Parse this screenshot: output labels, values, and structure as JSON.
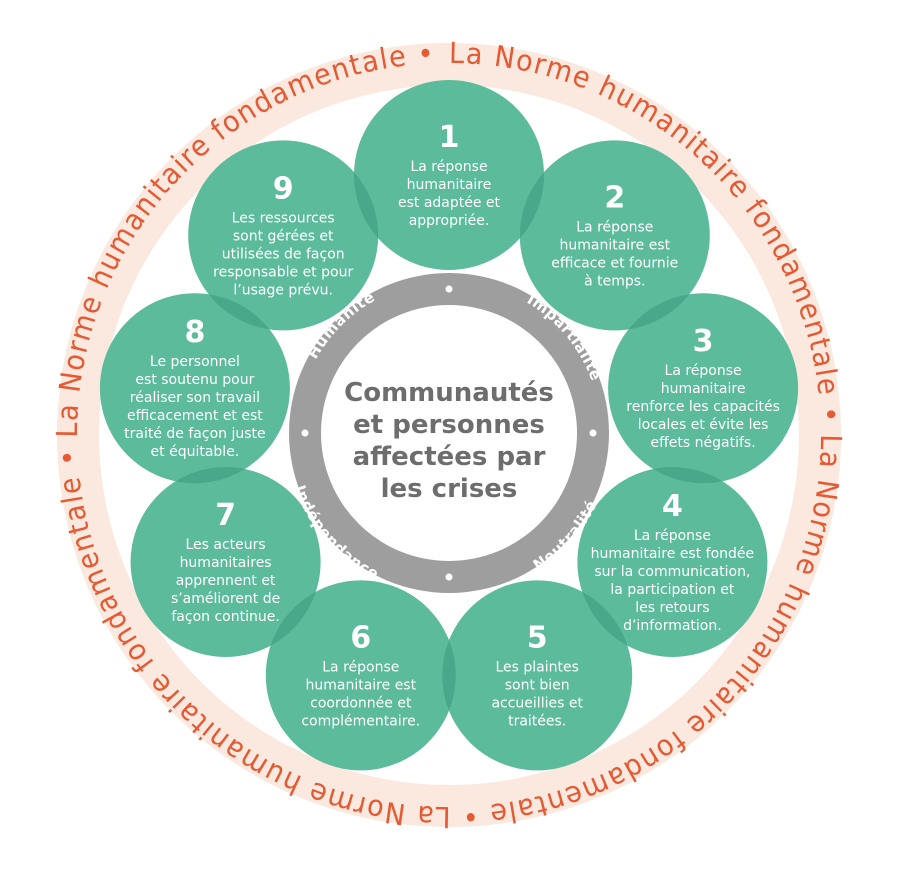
{
  "outer_ring": {
    "phrase": "La Norme humanitaire fondamentale",
    "phrase_count": 4,
    "separator": "•"
  },
  "center": {
    "lines": [
      "Communautés",
      "et personnes",
      "affectées par",
      "les crises"
    ]
  },
  "principles": [
    "Humanité",
    "Impartialité",
    "Neutralité",
    "Indépendance"
  ],
  "commitments": [
    {
      "number": "1",
      "lines": [
        "La réponse",
        "humanitaire",
        "est adaptée et",
        "appropriée."
      ]
    },
    {
      "number": "2",
      "lines": [
        "La réponse",
        "humanitaire est",
        "efficace et fournie",
        "à temps."
      ]
    },
    {
      "number": "3",
      "lines": [
        "La réponse",
        "humanitaire",
        "renforce les capacités",
        "locales et évite les",
        "effets négatifs."
      ]
    },
    {
      "number": "4",
      "lines": [
        "La réponse",
        "humanitaire est fondée",
        "sur la communication,",
        "la participation et",
        "les retours",
        "d’information."
      ]
    },
    {
      "number": "5",
      "lines": [
        "Les plaintes",
        "sont bien",
        "accueillies et",
        "traitées."
      ]
    },
    {
      "number": "6",
      "lines": [
        "La réponse",
        "humanitaire est",
        "coordonnée et",
        "complémentaire."
      ]
    },
    {
      "number": "7",
      "lines": [
        "Les acteurs",
        "humanitaires",
        "apprennent et",
        "s’améliorent de",
        "façon continue."
      ]
    },
    {
      "number": "8",
      "lines": [
        "Le personnel",
        "est soutenu pour",
        "réaliser son travail",
        "efficacement et est",
        "traité de façon juste",
        "et équitable."
      ]
    },
    {
      "number": "9",
      "lines": [
        "Les ressources",
        "sont gérées et",
        "utilisées de façon",
        "responsable et pour",
        "l’usage prévu."
      ]
    }
  ],
  "colors": {
    "outer_ring_fill": "#fbe8de",
    "ring_text": "#e55a33",
    "petal": "#5cbb9b",
    "petal_overlap": "#4aa88a",
    "principles_ring": "#9e9e9e",
    "center_text": "#6d6d6d"
  }
}
